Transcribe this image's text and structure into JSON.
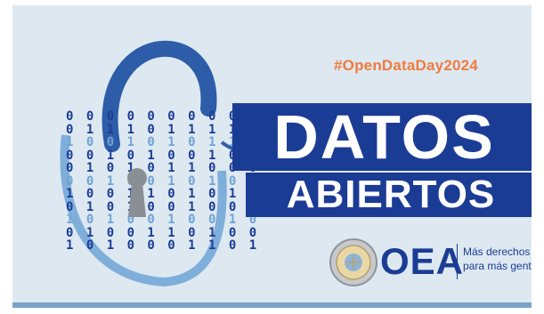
{
  "banner": {
    "hashtag": "#OpenDataDay2024",
    "title_line1": "DATOS",
    "title_line2": "ABIERTOS",
    "org": "OEA",
    "slogan_line1": "Más derechos",
    "slogan_line2": "para más gente"
  },
  "lock_digits": [
    "0 0 0 0 0 0 0 0 0 0",
    "0 1 1 1 0 1 1 1 1 0",
    "1 0 0 1 0 1 0 1 1 1",
    "0 0 1 0 1 0 0 1 0 0",
    "0 1 0 1 0 1 1 0 0 0",
    "0 0 1 0 0 1 0 1 0 0",
    "1 0 0 1 1 0 1 0 1 0",
    "0 1 0 1 0 0 1 0 0 1",
    "1 0 1 0 0 1 0 0 1 0",
    "0 1 0 0 1 1 0 1 0 0",
    "1 0 1 0 0 0 1 1 0 1"
  ],
  "colors": {
    "navy": "#1b3c95",
    "orange": "#f07b3f",
    "background": "#dde8f1",
    "light_blue": "#6fa3d6"
  },
  "icons": [
    "padlock-icon",
    "keyhole-icon",
    "oea-seal-icon"
  ]
}
